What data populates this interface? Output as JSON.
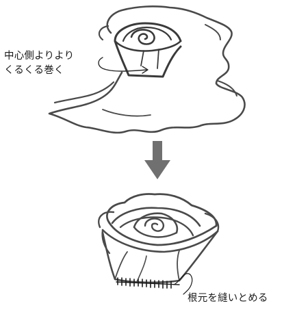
{
  "annotations": {
    "top_line1": "中心側よりより",
    "top_line2": "くるくる巻く",
    "bottom": "根元を縫いとめる"
  },
  "colors": {
    "ink": "#4a4a4a",
    "dark_ink": "#2a2a2a",
    "arrow": "#707070",
    "stitch": "#1a1a1a"
  },
  "icons": {
    "step_arrow": "arrow-down-icon",
    "callout": "curved-arrow-icon"
  }
}
